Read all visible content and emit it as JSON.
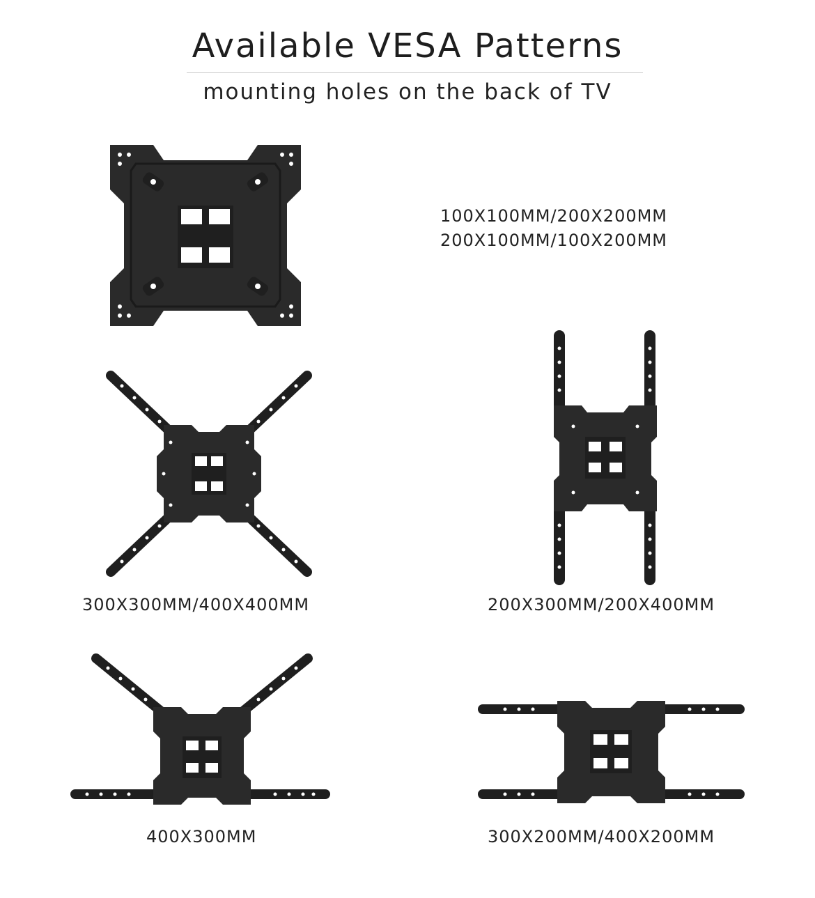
{
  "header": {
    "title": "Available VESA Patterns",
    "subtitle": "mounting holes on the back of TV"
  },
  "patterns": [
    {
      "name": "plate",
      "label_line1": "100X100MM/200X200MM",
      "label_line2": "200X100MM/100X200MM"
    },
    {
      "name": "diagonal-x",
      "label": "300X300MM/400X400MM"
    },
    {
      "name": "vertical-h",
      "label": "200X300MM/200X400MM"
    },
    {
      "name": "diagonal-horizontal",
      "label": "400X300MM"
    },
    {
      "name": "horizontal",
      "label": "300X200MM/400X200MM"
    }
  ],
  "colors": {
    "bracket": "#2a2a2a",
    "bracket_dark": "#1a1a1a",
    "hole": "#ffffff",
    "background": "#ffffff"
  }
}
